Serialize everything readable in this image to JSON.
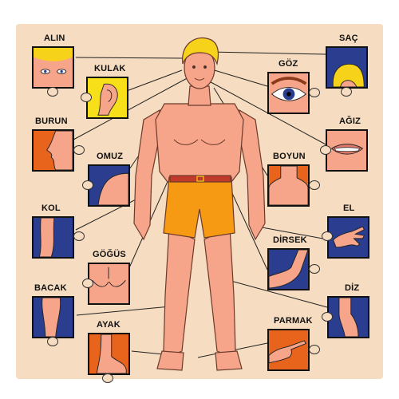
{
  "labels": {
    "alin": "ALIN",
    "kulak": "KULAK",
    "burun": "BURUN",
    "omuz": "OMUZ",
    "kol": "KOL",
    "gogus": "GÖĞÜS",
    "bacak": "BACAK",
    "ayak": "AYAK",
    "sac": "SAÇ",
    "goz": "GÖZ",
    "agiz": "AĞIZ",
    "boyun": "BOYUN",
    "el": "EL",
    "dirsek": "DİRSEK",
    "diz": "DİZ",
    "parmak": "PARMAK"
  },
  "colors": {
    "board": "#f6dcc0",
    "skin": "#f6a58a",
    "hair": "#f6d21a",
    "shorts": "#f59a12",
    "belt": "#c0392b",
    "tile_blue": "#2a3d8f",
    "tile_orange": "#e8631c",
    "tile_yellow": "#f7e01a"
  }
}
